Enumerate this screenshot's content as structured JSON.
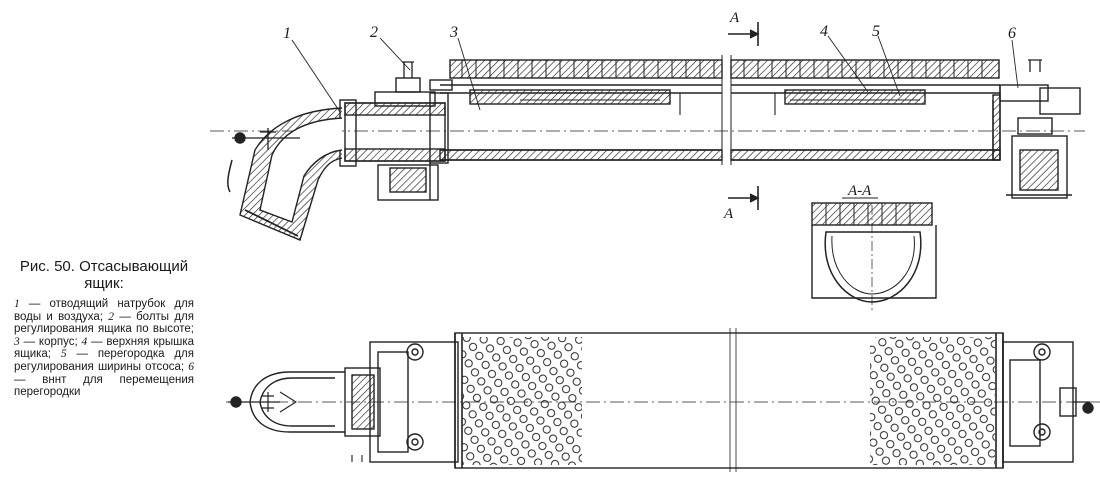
{
  "caption": {
    "title": "Рис. 50. Отсасывающий ящик:",
    "legend": [
      {
        "num": "1",
        "text": "отводящий натрубок для воды и воздуха;"
      },
      {
        "num": "2",
        "text": "болты для регулирования ящика по высоте;"
      },
      {
        "num": "3",
        "text": "корпус;"
      },
      {
        "num": "4",
        "text": "верхняя крышка ящика;"
      },
      {
        "num": "5",
        "text": "перегородка для регулирования ширины отсоса;"
      },
      {
        "num": "6",
        "text": "вннт для перемещения перегородки"
      }
    ],
    "separator": " — "
  },
  "callouts": [
    "1",
    "2",
    "3",
    "4",
    "5",
    "6"
  ],
  "section": {
    "marker_top": "A",
    "marker_bottom": "A",
    "view_label": "A-A"
  }
}
